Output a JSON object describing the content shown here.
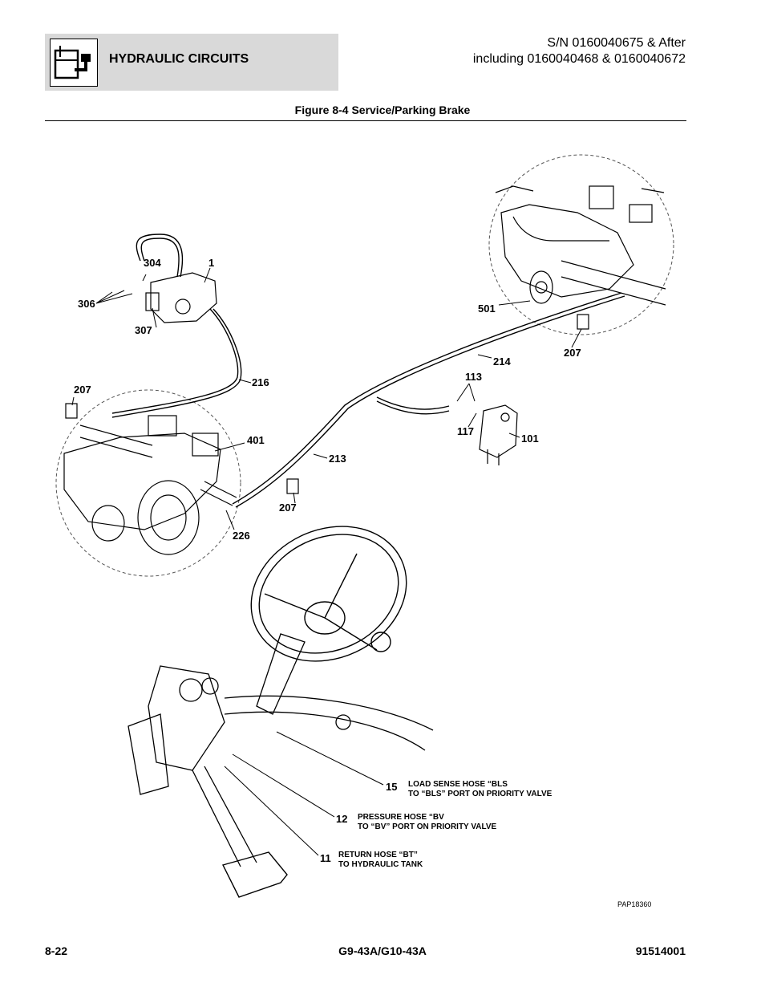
{
  "header": {
    "section_title": "HYDRAULIC CIRCUITS",
    "icon": "hydraulic-reservoir-icon",
    "serial_line1": "S/N 0160040675 & After",
    "serial_line2": "including 0160040468 & 0160040672"
  },
  "figure": {
    "title": "Figure 8-4 Service/Parking Brake",
    "callouts": {
      "c304": "304",
      "c1": "1",
      "c306": "306",
      "c307": "307",
      "c207a": "207",
      "c216": "216",
      "c401": "401",
      "c226": "226",
      "c213": "213",
      "c207b": "207",
      "c501": "501",
      "c214": "214",
      "c207c": "207",
      "c113": "113",
      "c117": "117",
      "c101": "101",
      "c15": "15",
      "c12": "12",
      "c11": "11"
    },
    "notes": {
      "n15_line1": "LOAD SENSE HOSE “BLS",
      "n15_line2": "TO “BLS” PORT ON PRIORITY VALVE",
      "n12_line1": "PRESSURE HOSE “BV",
      "n12_line2": "TO “BV” PORT ON PRIORITY VALVE",
      "n11_line1": "RETURN HOSE “BT”",
      "n11_line2": "TO HYDRAULIC TANK"
    },
    "reference": "PAP18360"
  },
  "footer": {
    "page": "8-22",
    "model": "G9-43A/G10-43A",
    "doc_number": "91514001"
  }
}
